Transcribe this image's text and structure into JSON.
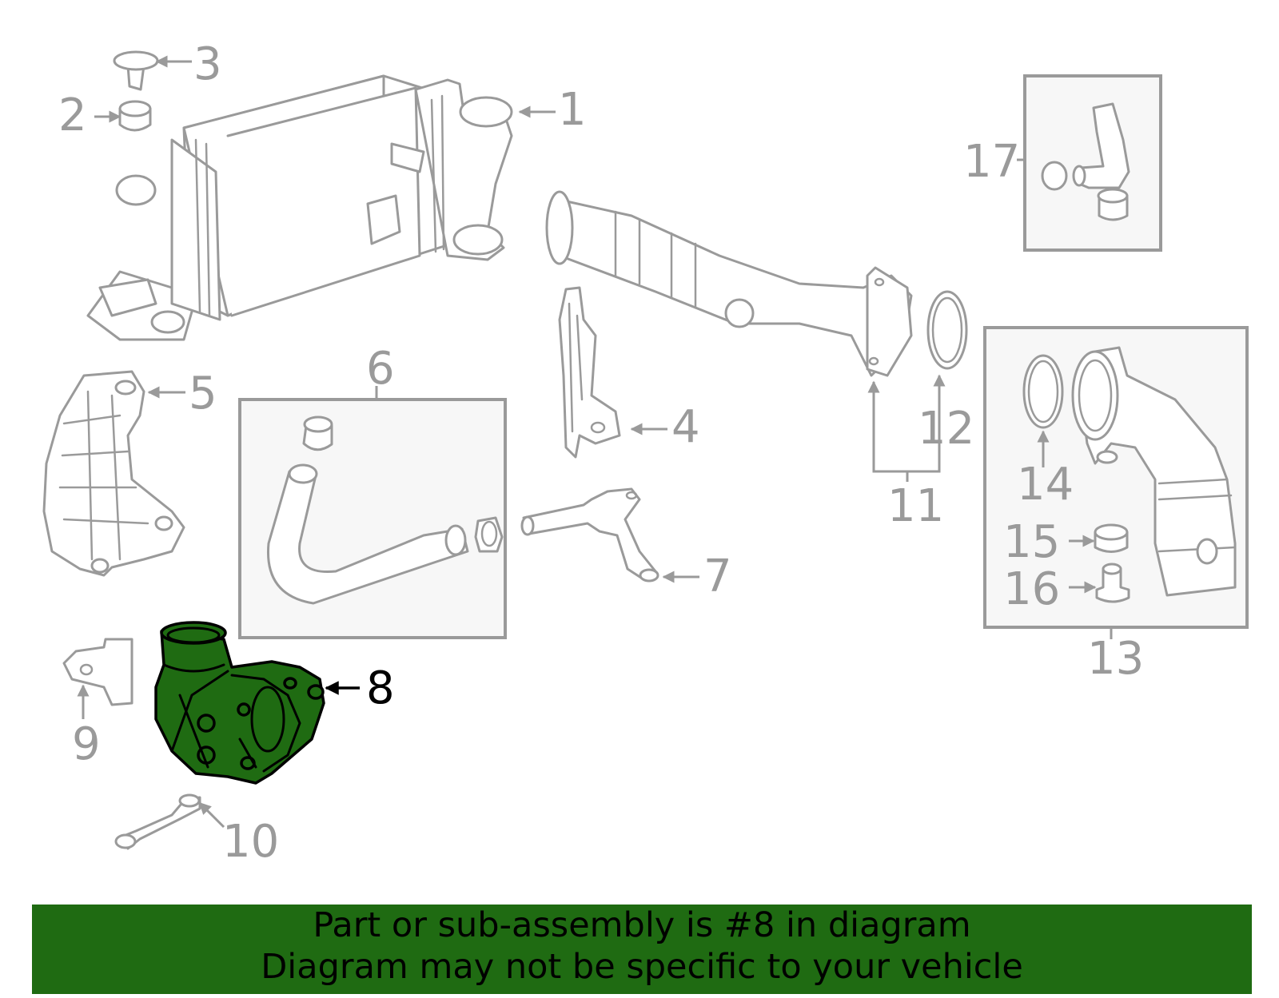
{
  "diagram": {
    "callouts": [
      "1",
      "2",
      "3",
      "4",
      "5",
      "6",
      "7",
      "8",
      "9",
      "10",
      "11",
      "12",
      "13",
      "14",
      "15",
      "16",
      "17"
    ],
    "highlighted_callout": "8"
  },
  "colors": {
    "highlight_fill": "#1f6b12",
    "line_gray": "#9a9a9a",
    "box_fill": "#f7f7f7",
    "banner_bg": "#1f6b12"
  },
  "banner": {
    "line1": "Part or sub-assembly is #8 in diagram",
    "line2": "Diagram may not be specific to your vehicle"
  }
}
